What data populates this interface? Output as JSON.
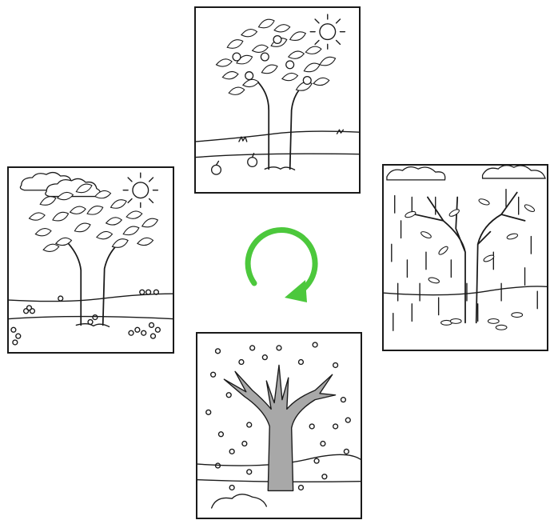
{
  "diagram": {
    "panels": [
      {
        "season": "summer",
        "icons": [
          "tree-icon",
          "sun-icon",
          "apple-icon"
        ]
      },
      {
        "season": "spring",
        "icons": [
          "tree-icon",
          "sun-icon",
          "cloud-icon",
          "flower-icon"
        ]
      },
      {
        "season": "autumn",
        "icons": [
          "tree-icon",
          "cloud-icon",
          "rain-icon",
          "leaf-icon"
        ]
      },
      {
        "season": "winter",
        "icons": [
          "tree-icon",
          "snow-icon"
        ]
      }
    ],
    "cycle_arrow": {
      "icon": "cycle-arrow-icon",
      "color": "#4cc83c"
    },
    "trunk_fill_winter": "#a8a8a8"
  }
}
